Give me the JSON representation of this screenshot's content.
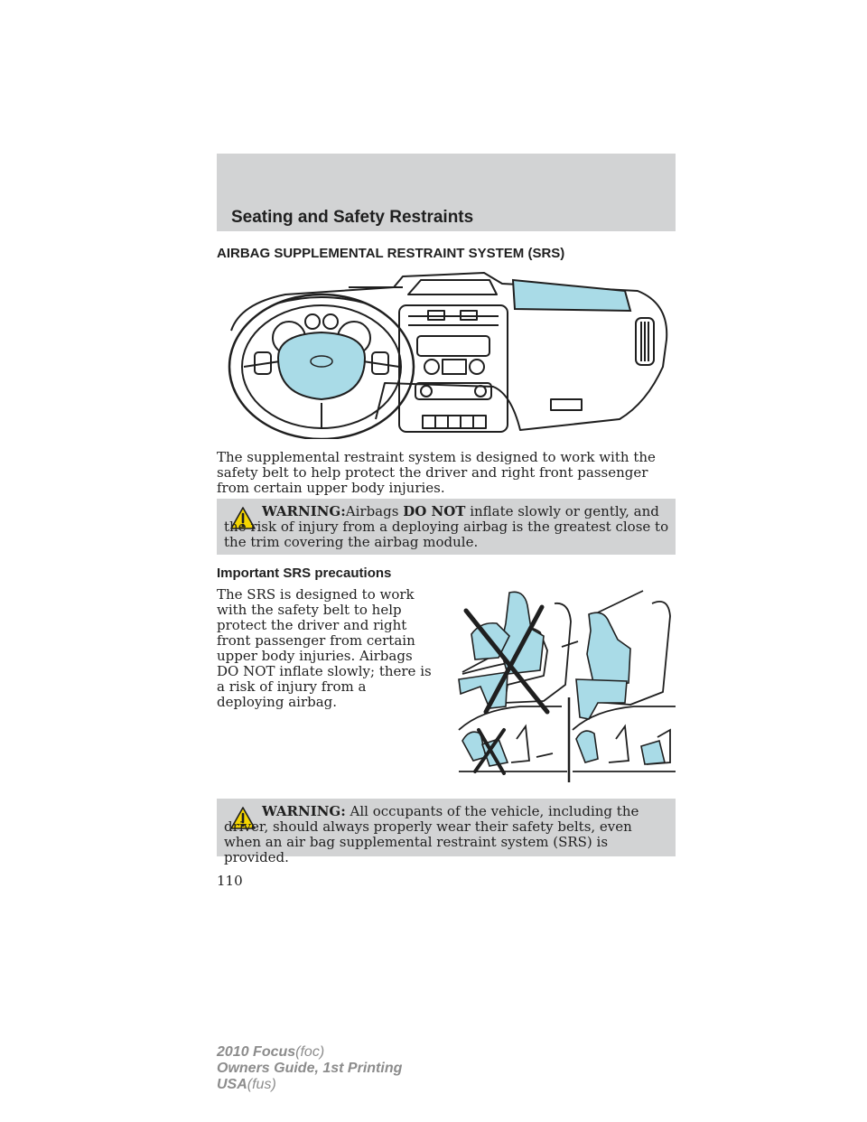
{
  "header": {
    "title": "Seating and Safety Restraints"
  },
  "section": {
    "title": "AIRBAG SUPPLEMENTAL RESTRAINT SYSTEM (SRS)",
    "intro": "The supplemental restraint system is designed to work with the safety belt to help protect the driver and right front passenger from certain upper body injuries."
  },
  "warning1": {
    "label": "WARNING:",
    "prefix": "Airbags ",
    "emphasis": "DO NOT",
    "text": " inflate slowly or gently, and the risk of injury from a deploying airbag is the greatest close to the trim covering the airbag module."
  },
  "precautions": {
    "title": "Important SRS precautions",
    "text": "The SRS is designed to work with the safety belt to help protect the driver and right front passenger from certain upper body injuries. Airbags DO NOT inflate slowly; there is a risk of injury from a deploying airbag."
  },
  "warning2": {
    "label": "WARNING:",
    "text": " All occupants of the vehicle, including the driver, should always properly wear their safety belts, even when an air bag supplemental restraint system (SRS) is provided."
  },
  "page_number": "110",
  "footer": {
    "model": "2010 Focus",
    "model_code": "(foc)",
    "guide": "Owners Guide, 1st Printing",
    "region": "USA",
    "region_code": "(fus)"
  },
  "colors": {
    "header_bg": "#d2d3d4",
    "airbag_fill": "#a9dbe7",
    "text": "#1f1f1f"
  }
}
